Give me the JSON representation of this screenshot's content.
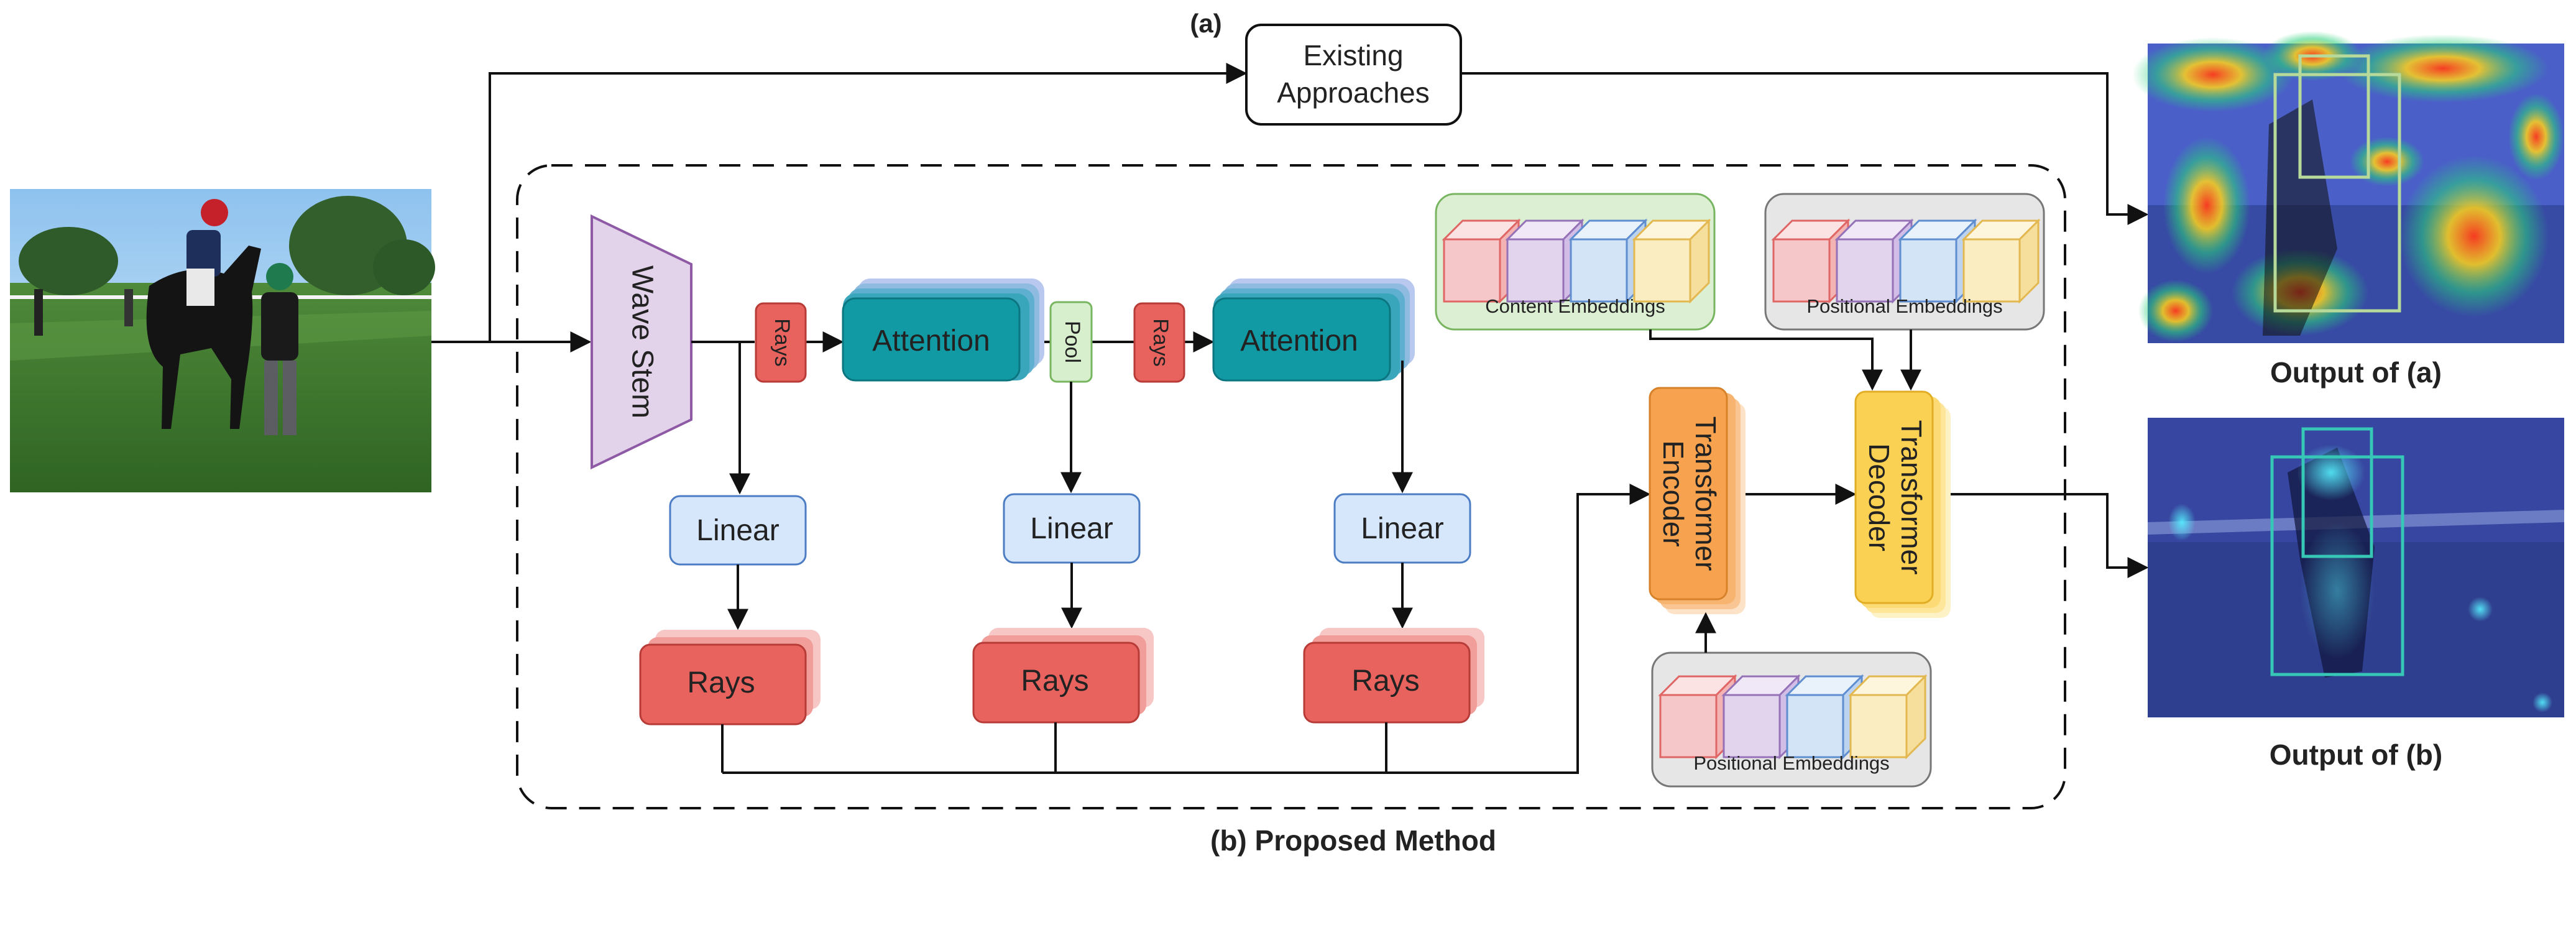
{
  "labels": {
    "a_marker": "(a)",
    "existing": [
      "Existing",
      "Approaches"
    ],
    "output_a": "Output of (a)",
    "output_b": "Output of (b)",
    "proposed": "(b) Proposed Method",
    "wave_stem": "Wave Stem",
    "rays_small": "Rays",
    "pool": "Pool",
    "attention": "Attention",
    "linear": "Linear",
    "rays_big": "Rays",
    "content_embeddings": "Content Embeddings",
    "positional_embeddings": "Positional Embeddings",
    "transformer_encoder": [
      "Transformer",
      "Encoder"
    ],
    "transformer_decoder": [
      "Transformer",
      "Decoder"
    ]
  },
  "colors": {
    "wave_stem": "#e2d2ea",
    "rays": "#e8625e",
    "attention": "#129aa4",
    "linear": "#d6e6fb",
    "pool": "#d7efcd",
    "encoder": "#f6a24e",
    "decoder": "#fbd154",
    "cube_colors": [
      "#f6c7c8",
      "#e3d4ee",
      "#d4e4f7",
      "#fbedc2"
    ],
    "content_panel": "#dcefd2",
    "positional_panel": "#e6e6e6",
    "heatmap_a": "#4a5fc8",
    "heatmap_b": "#2f3f8f"
  },
  "icons": {
    "input": "racetrack-photo-icon",
    "output_a": "attention-heatmap-icon",
    "output_b": "attention-heatmap-icon"
  }
}
